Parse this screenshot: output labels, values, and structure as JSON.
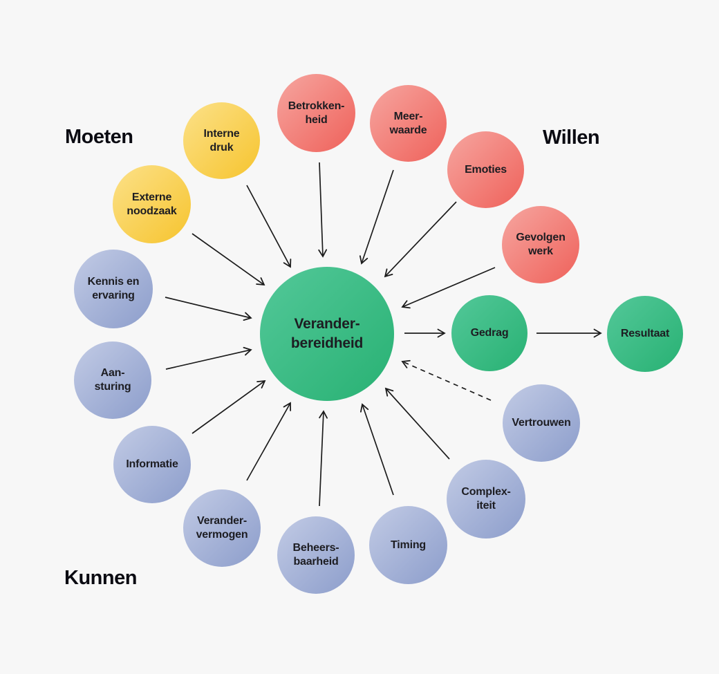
{
  "palette": {
    "background": "#f7f7f7",
    "text": "#1d1d22",
    "heading": "#0b0b12",
    "arrow": "#1c1c1c",
    "green_light": "#53c899",
    "green_dark": "#28b173",
    "yellow_light": "#fce189",
    "yellow_dark": "#f6c42e",
    "red_light": "#f6a6a0",
    "red_dark": "#ef615a",
    "blue_light": "#c2cbe5",
    "blue_dark": "#8c9dcb"
  },
  "labels": {
    "moeten": "Moeten",
    "willen": "Willen",
    "kunnen": "Kunnen"
  },
  "nodes": {
    "verander_bereidheid": {
      "label": "Verander-\nbereidheid",
      "category": "center",
      "color": "green"
    },
    "gedrag": {
      "label": "Gedrag",
      "category": "outcome",
      "color": "green"
    },
    "resultaat": {
      "label": "Resultaat",
      "category": "outcome",
      "color": "green"
    },
    "interne_druk": {
      "label": "Interne\ndruk",
      "category": "Moeten",
      "color": "yellow"
    },
    "externe_noodzaak": {
      "label": "Externe\nnoodzaak",
      "category": "Moeten",
      "color": "yellow"
    },
    "betrokkenheid": {
      "label": "Betrokken-\nheid",
      "category": "Willen",
      "color": "red"
    },
    "meerwaarde": {
      "label": "Meer-\nwaarde",
      "category": "Willen",
      "color": "red"
    },
    "emoties": {
      "label": "Emoties",
      "category": "Willen",
      "color": "red"
    },
    "gevolgen_werk": {
      "label": "Gevolgen\nwerk",
      "category": "Willen",
      "color": "red"
    },
    "kennis_ervaring": {
      "label": "Kennis en\nervaring",
      "category": "Kunnen",
      "color": "blue"
    },
    "aansturing": {
      "label": "Aan-\nsturing",
      "category": "Kunnen",
      "color": "blue"
    },
    "informatie": {
      "label": "Informatie",
      "category": "Kunnen",
      "color": "blue"
    },
    "verander_vermogen": {
      "label": "Verander-\nvermogen",
      "category": "Kunnen",
      "color": "blue"
    },
    "beheersbaarheid": {
      "label": "Beheers-\nbaarheid",
      "category": "Kunnen",
      "color": "blue"
    },
    "timing": {
      "label": "Timing",
      "category": "Kunnen",
      "color": "blue"
    },
    "complexiteit": {
      "label": "Complex-\niteit",
      "category": "Kunnen",
      "color": "blue"
    },
    "vertrouwen": {
      "label": "Vertrouwen",
      "category": "Kunnen",
      "color": "blue"
    }
  },
  "edges": [
    {
      "from": "Interne druk",
      "to": "Veranderbereidheid",
      "style": "solid"
    },
    {
      "from": "Externe noodzaak",
      "to": "Veranderbereidheid",
      "style": "solid"
    },
    {
      "from": "Betrokkenheid",
      "to": "Veranderbereidheid",
      "style": "solid"
    },
    {
      "from": "Meerwaarde",
      "to": "Veranderbereidheid",
      "style": "solid"
    },
    {
      "from": "Emoties",
      "to": "Veranderbereidheid",
      "style": "solid"
    },
    {
      "from": "Gevolgen werk",
      "to": "Veranderbereidheid",
      "style": "solid"
    },
    {
      "from": "Kennis en ervaring",
      "to": "Veranderbereidheid",
      "style": "solid"
    },
    {
      "from": "Aansturing",
      "to": "Veranderbereidheid",
      "style": "solid"
    },
    {
      "from": "Informatie",
      "to": "Veranderbereidheid",
      "style": "solid"
    },
    {
      "from": "Verandervermogen",
      "to": "Veranderbereidheid",
      "style": "solid"
    },
    {
      "from": "Beheersbaarheid",
      "to": "Veranderbereidheid",
      "style": "solid"
    },
    {
      "from": "Timing",
      "to": "Veranderbereidheid",
      "style": "solid"
    },
    {
      "from": "Complexiteit",
      "to": "Veranderbereidheid",
      "style": "solid"
    },
    {
      "from": "Vertrouwen",
      "to": "Veranderbereidheid",
      "style": "dashed"
    },
    {
      "from": "Veranderbereidheid",
      "to": "Gedrag",
      "style": "solid"
    },
    {
      "from": "Gedrag",
      "to": "Resultaat",
      "style": "solid"
    }
  ]
}
